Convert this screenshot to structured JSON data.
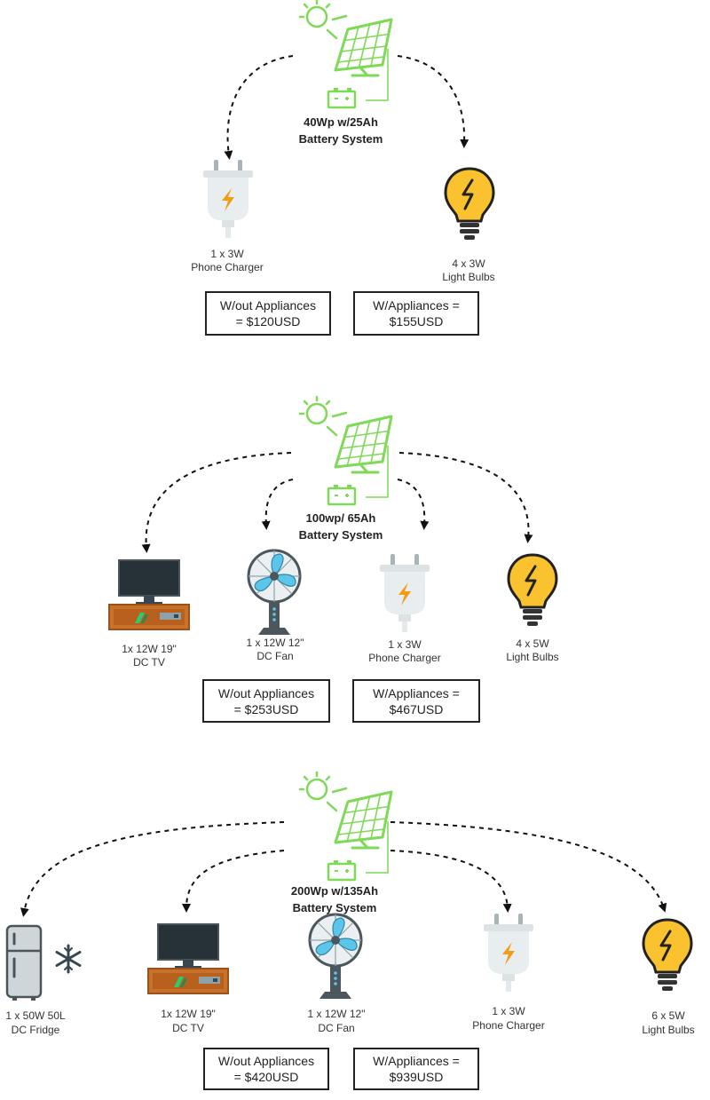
{
  "systems": [
    {
      "title_line1": "40Wp w/25Ah",
      "title_line2": "Battery System",
      "appliances": [
        {
          "icon": "phone-charger-icon",
          "line1": "1 x 3W",
          "line2": "Phone Charger"
        },
        {
          "icon": "light-bulb-icon",
          "line1": "4 x 3W",
          "line2": "Light Bulbs"
        }
      ],
      "price_without": {
        "line1": "W/out Appliances",
        "line2": "= $120USD"
      },
      "price_with": {
        "line1": "W/Appliances =",
        "line2": "$155USD"
      }
    },
    {
      "title_line1": "100wp/ 65Ah",
      "title_line2": "Battery System",
      "appliances": [
        {
          "icon": "tv-icon",
          "line1": "1x 12W 19\"",
          "line2": "DC TV"
        },
        {
          "icon": "fan-icon",
          "line1": "1 x 12W 12\"",
          "line2": "DC Fan"
        },
        {
          "icon": "phone-charger-icon",
          "line1": "1 x 3W",
          "line2": "Phone Charger"
        },
        {
          "icon": "light-bulb-icon",
          "line1": "4 x 5W",
          "line2": "Light Bulbs"
        }
      ],
      "price_without": {
        "line1": "W/out Appliances",
        "line2": "= $253USD"
      },
      "price_with": {
        "line1": "W/Appliances =",
        "line2": "$467USD"
      }
    },
    {
      "title_line1": "200Wp w/135Ah",
      "title_line2": "Battery System",
      "appliances": [
        {
          "icon": "fridge-icon",
          "line1": "1 x 50W 50L",
          "line2": "DC Fridge"
        },
        {
          "icon": "tv-icon",
          "line1": "1x 12W 19\"",
          "line2": "DC TV"
        },
        {
          "icon": "fan-icon",
          "line1": "1 x 12W 12\"",
          "line2": "DC Fan"
        },
        {
          "icon": "phone-charger-icon",
          "line1": "1 x 3W",
          "line2": "Phone Charger"
        },
        {
          "icon": "light-bulb-icon",
          "line1": "6 x 5W",
          "line2": "Light Bulbs"
        }
      ],
      "price_without": {
        "line1": "W/out Appliances",
        "line2": "= $420USD"
      },
      "price_with": {
        "line1": "W/Appliances =",
        "line2": "$939USD"
      }
    }
  ],
  "colors": {
    "solar_green": "#7ed957",
    "bulb_yellow": "#f9c22e",
    "bolt_orange": "#f39c12",
    "tv_cabinet": "#c8712a",
    "fan_blade": "#5cc6ea",
    "fridge_gray": "#cfd6d9"
  }
}
